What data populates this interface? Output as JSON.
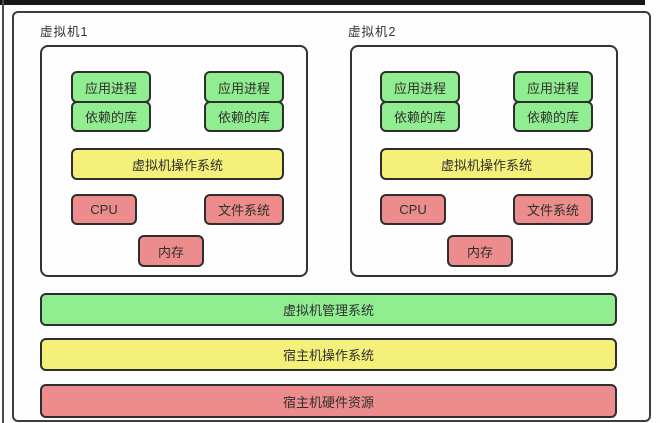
{
  "colors": {
    "green": "#90EE90",
    "yellow": "#F5F07A",
    "red": "#ED8C8C",
    "box_border": "#2e2e2e",
    "outer_border": "#3d3d3d",
    "text": "#333333",
    "topbar": "#161616"
  },
  "vms": [
    {
      "label": "虚拟机1",
      "pairs": [
        {
          "app": "应用进程",
          "lib": "依赖的库"
        },
        {
          "app": "应用进程",
          "lib": "依赖的库"
        }
      ],
      "os": "虚拟机操作系统",
      "cpu": "CPU",
      "fs": "文件系统",
      "mem": "内存"
    },
    {
      "label": "虚拟机2",
      "pairs": [
        {
          "app": "应用进程",
          "lib": "依赖的库"
        },
        {
          "app": "应用进程",
          "lib": "依赖的库"
        }
      ],
      "os": "虚拟机操作系统",
      "cpu": "CPU",
      "fs": "文件系统",
      "mem": "内存"
    }
  ],
  "layers": [
    {
      "label": "虚拟机管理系统",
      "color": "green"
    },
    {
      "label": "宿主机操作系统",
      "color": "yellow"
    },
    {
      "label": "宿主机硬件资源",
      "color": "red"
    }
  ]
}
